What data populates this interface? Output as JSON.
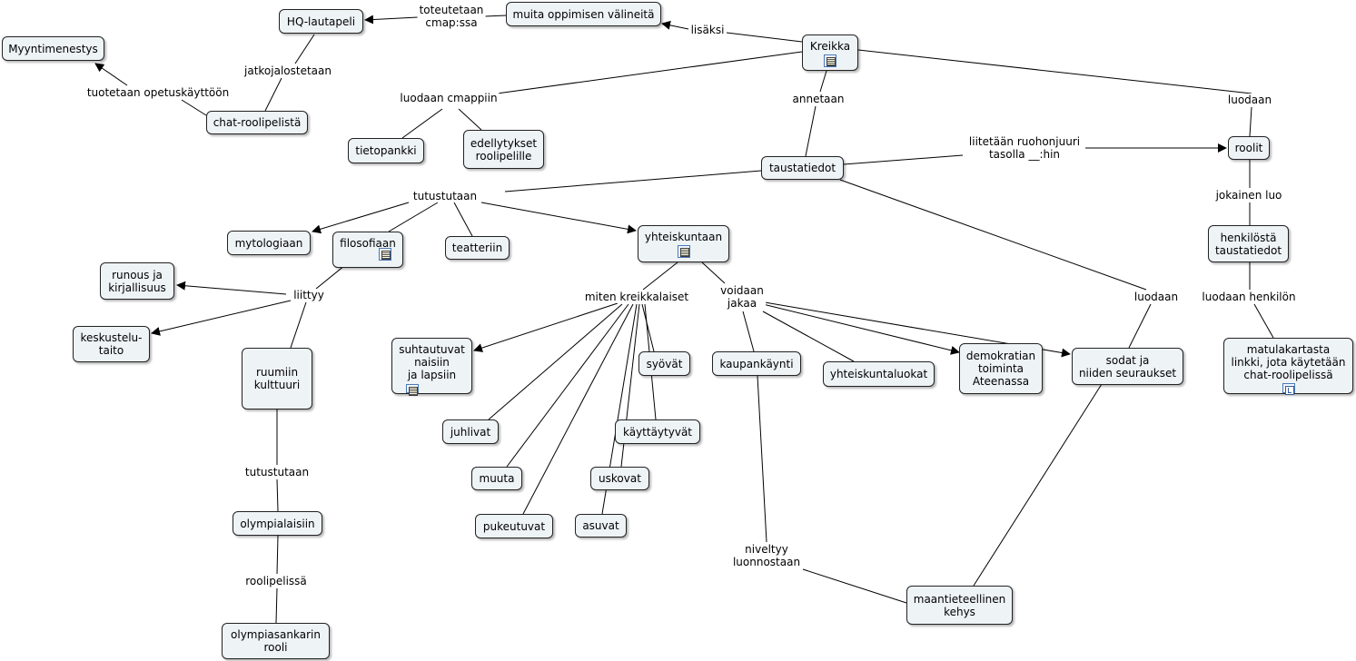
{
  "concepts": {
    "kreikka": "Kreikka",
    "muita": "muita oppimisen välineitä",
    "hq": "HQ-lautapeli",
    "myynti": "Myyntimenestys",
    "chat": "chat-roolipelistä",
    "tietopankki": "tietopankki",
    "edellytykset": "edellytykset\nroolipelille",
    "taustatiedot": "taustatiedot",
    "roolit": "roolit",
    "henkilosta": "henkilöstä\ntaustatiedot",
    "matulakartasta": "matulakartasta\nlinkki, jota käytetään\nchat-roolipelissä",
    "mytologiaan": "mytologiaan",
    "filosofiaan": "filosofiaan",
    "teatteriin": "teatteriin",
    "yhteiskuntaan": "yhteiskuntaan",
    "runous": "runous ja\nkirjallisuus",
    "keskustelu": "keskustelu-\ntaito",
    "ruumiin": "ruumiin\nkulttuuri",
    "olympialaisiin": "olympialaisiin",
    "olympiasankarin": "olympiasankarin\nrooli",
    "suhtautuvat": "suhtautuvat\nnaisiin\nja lapsiin",
    "juhlivat": "juhlivat",
    "muuta": "muuta",
    "pukeutuvat": "pukeutuvat",
    "syovat": "syövät",
    "kayttaytyvat": "käyttäytyvät",
    "uskovat": "uskovat",
    "asuvat": "asuvat",
    "kaupankaynti": "kaupankäynti",
    "yhteiskuntaluokat": "yhteiskuntaluokat",
    "demokratian": "demokratian\ntoiminta\nAteenassa",
    "sodat": "sodat ja\nniiden seuraukset",
    "maantieteellinen": "maantieteellinen\nkehys"
  },
  "links": {
    "lisaksi": "lisäksi",
    "toteutetaan": "toteutetaan\ncmap:ssa",
    "jatkojalostetaan": "jatkojalostetaan",
    "tuotetaan": "tuotetaan opetuskäyttöön",
    "luodaan_cmappiin": "luodaan cmappiin",
    "annetaan": "annetaan",
    "luodaan_top": "luodaan",
    "liitetaan": "liitetään ruohonjuuri\ntasolla __:hin",
    "jokainen": "jokainen luo",
    "luodaan_henkilon": "luodaan henkilön",
    "tutustutaan": "tutustutaan",
    "liittyy": "liittyy",
    "tutustutaan2": "tutustutaan",
    "roolipelissa": "roolipelissä",
    "miten": "miten kreikkalaiset",
    "voidaan": "voidaan\njakaa",
    "luodaan_mid": "luodaan",
    "niveltyy": "niveltyy\nluonnostaan"
  }
}
